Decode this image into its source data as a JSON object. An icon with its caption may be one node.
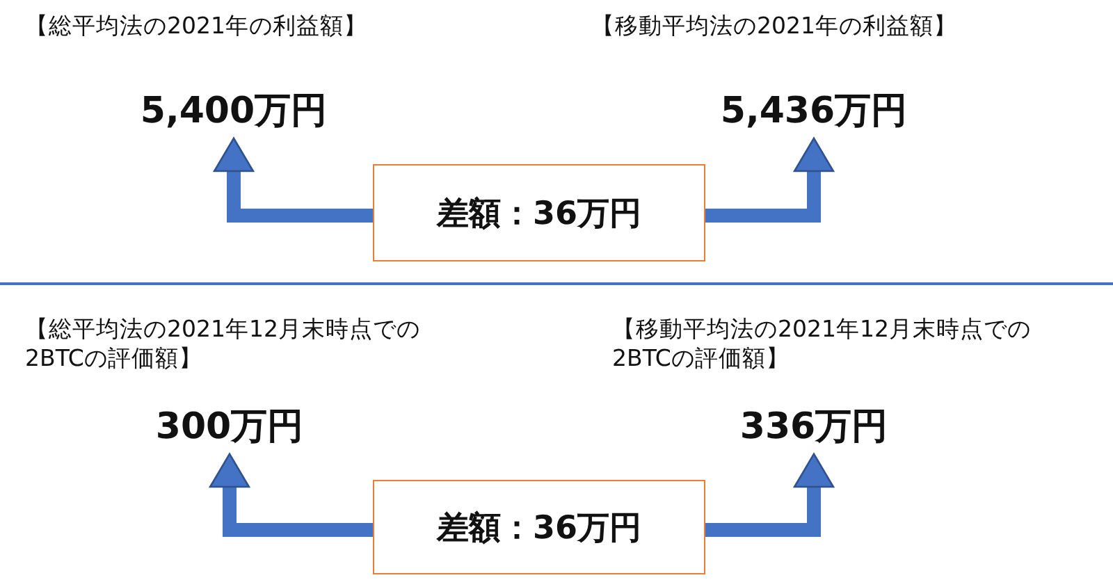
{
  "diagram": {
    "nodes": [
      {
        "text": [
          "5,400万円"
        ]
      },
      {
        "text": [
          "5,436万円"
        ]
      },
      {
        "text": [
          "差額：36万円"
        ]
      },
      {
        "text": [
          "300万円"
        ]
      },
      {
        "text": [
          "336万円"
        ]
      },
      {
        "text": [
          "差額：36万円"
        ]
      }
    ],
    "edges": [
      {
        "from": 2,
        "to": 0,
        "arrow": "to"
      },
      {
        "from": 2,
        "to": 1,
        "arrow": "to"
      },
      {
        "from": 5,
        "to": 3,
        "arrow": "to"
      },
      {
        "from": 5,
        "to": 4,
        "arrow": "to"
      }
    ],
    "labels": [
      "【総平均法の2021年の利益額】",
      "【移動平均法の2021年の利益額】",
      "【総平均法の2021年12月末時点での2BTCの評価額】",
      "【移動平均法の2021年12月末時点での2BTCの評価額】"
    ]
  }
}
